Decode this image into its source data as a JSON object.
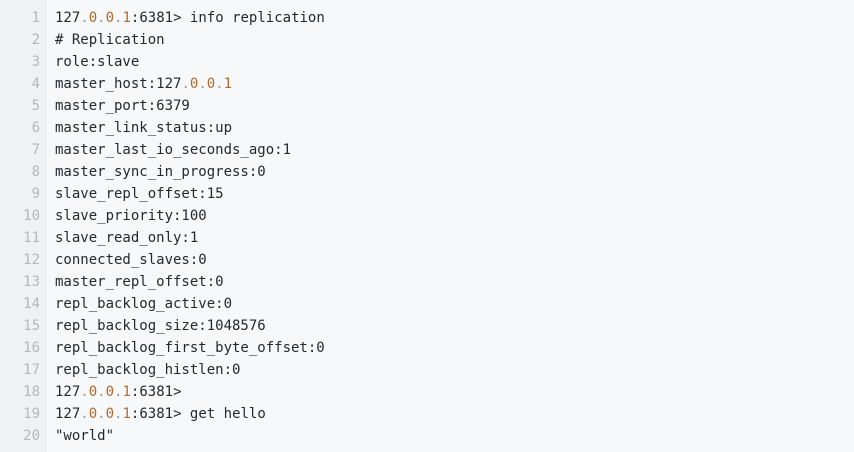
{
  "colors": {
    "block_background": "#f6f8f9",
    "gutter_background": "#eff1f4",
    "text": "#24292e",
    "line_number": "#b2b8bd",
    "ip_digit_token": "#b4692d",
    "ip_dot_token": "#9a9a9a"
  },
  "code_block": {
    "lines": [
      {
        "number": "1",
        "segments": [
          [
            "127",
            "default"
          ],
          [
            ".",
            "dot"
          ],
          [
            "0",
            "num"
          ],
          [
            ".",
            "dot"
          ],
          [
            "0",
            "num"
          ],
          [
            ".",
            "dot"
          ],
          [
            "1",
            "num"
          ],
          [
            ":6381> info replication",
            "default"
          ]
        ]
      },
      {
        "number": "2",
        "segments": [
          [
            "# Replication",
            "default"
          ]
        ]
      },
      {
        "number": "3",
        "segments": [
          [
            "role:slave",
            "default"
          ]
        ]
      },
      {
        "number": "4",
        "segments": [
          [
            "master_host:127",
            "default"
          ],
          [
            ".",
            "dot"
          ],
          [
            "0",
            "num"
          ],
          [
            ".",
            "dot"
          ],
          [
            "0",
            "num"
          ],
          [
            ".",
            "dot"
          ],
          [
            "1",
            "num"
          ]
        ]
      },
      {
        "number": "5",
        "segments": [
          [
            "master_port:6379",
            "default"
          ]
        ]
      },
      {
        "number": "6",
        "segments": [
          [
            "master_link_status:up",
            "default"
          ]
        ]
      },
      {
        "number": "7",
        "segments": [
          [
            "master_last_io_seconds_ago:1",
            "default"
          ]
        ]
      },
      {
        "number": "8",
        "segments": [
          [
            "master_sync_in_progress:0",
            "default"
          ]
        ]
      },
      {
        "number": "9",
        "segments": [
          [
            "slave_repl_offset:15",
            "default"
          ]
        ]
      },
      {
        "number": "10",
        "segments": [
          [
            "slave_priority:100",
            "default"
          ]
        ]
      },
      {
        "number": "11",
        "segments": [
          [
            "slave_read_only:1",
            "default"
          ]
        ]
      },
      {
        "number": "12",
        "segments": [
          [
            "connected_slaves:0",
            "default"
          ]
        ]
      },
      {
        "number": "13",
        "segments": [
          [
            "master_repl_offset:0",
            "default"
          ]
        ]
      },
      {
        "number": "14",
        "segments": [
          [
            "repl_backlog_active:0",
            "default"
          ]
        ]
      },
      {
        "number": "15",
        "segments": [
          [
            "repl_backlog_size:1048576",
            "default"
          ]
        ]
      },
      {
        "number": "16",
        "segments": [
          [
            "repl_backlog_first_byte_offset:0",
            "default"
          ]
        ]
      },
      {
        "number": "17",
        "segments": [
          [
            "repl_backlog_histlen:0",
            "default"
          ]
        ]
      },
      {
        "number": "18",
        "segments": [
          [
            "127",
            "default"
          ],
          [
            ".",
            "dot"
          ],
          [
            "0",
            "num"
          ],
          [
            ".",
            "dot"
          ],
          [
            "0",
            "num"
          ],
          [
            ".",
            "dot"
          ],
          [
            "1",
            "num"
          ],
          [
            ":6381>",
            "default"
          ]
        ]
      },
      {
        "number": "19",
        "segments": [
          [
            "127",
            "default"
          ],
          [
            ".",
            "dot"
          ],
          [
            "0",
            "num"
          ],
          [
            ".",
            "dot"
          ],
          [
            "0",
            "num"
          ],
          [
            ".",
            "dot"
          ],
          [
            "1",
            "num"
          ],
          [
            ":6381> get hello",
            "default"
          ]
        ]
      },
      {
        "number": "20",
        "segments": [
          [
            "\"world\"",
            "default"
          ]
        ]
      }
    ]
  }
}
